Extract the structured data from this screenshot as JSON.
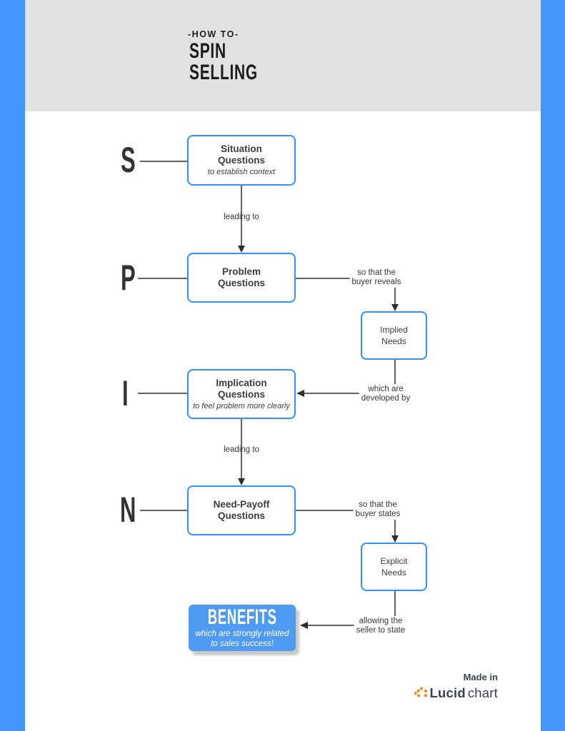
{
  "header": {
    "eyebrow": "-HOW TO-",
    "title": "SPIN\nSELLING"
  },
  "colors": {
    "frame_blue": "#4596fb",
    "box_border_blue": "#3490fc",
    "benefits_fill_blue": "#4f9bf3",
    "header_band_gray": "#e2e2e2",
    "text_ink": "#3d3d3d",
    "wire_ink": "#2e2e2e",
    "lucid_orange": "#f08c1e",
    "lucid_navy": "#39424e"
  },
  "diagram": {
    "letters": [
      {
        "label": "S"
      },
      {
        "label": "P"
      },
      {
        "label": "I"
      },
      {
        "label": "N"
      }
    ],
    "boxes": {
      "situation": {
        "title": "Situation\nQuestions",
        "note": "to establish context"
      },
      "problem": {
        "title": "Problem\nQuestions"
      },
      "implication": {
        "title": "Implication\nQuestions",
        "note": "to feel problem more clearly"
      },
      "need_payoff": {
        "title": "Need-Payoff\nQuestions"
      },
      "implied_needs": {
        "title": "Implied\nNeeds"
      },
      "explicit_needs": {
        "title": "Explicit\nNeeds"
      },
      "benefits": {
        "title": "BENEFITS",
        "note": "which are strongly related\nto sales success!"
      }
    },
    "connector_labels": {
      "leading_to_1": "leading to",
      "leading_to_2": "leading to",
      "so_buyer_reveals": "so that the\nbuyer reveals",
      "which_developed_by": "which are\ndeveloped by",
      "so_buyer_states": "so that the\nbuyer states",
      "allowing_seller": "allowing the\nseller to state"
    }
  },
  "footer": {
    "made_in": "Made in",
    "brand_bold": "Lucid",
    "brand_light": "chart"
  }
}
